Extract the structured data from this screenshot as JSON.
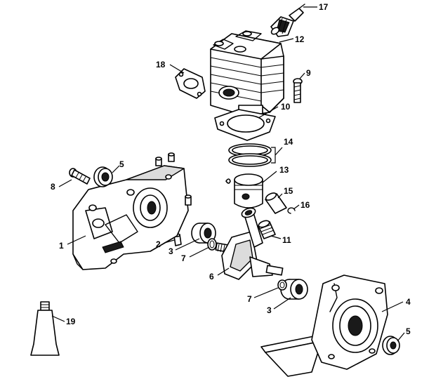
{
  "callouts": [
    {
      "id": "c1",
      "number": "1"
    },
    {
      "id": "c2",
      "number": "2"
    },
    {
      "id": "c3a",
      "number": "3"
    },
    {
      "id": "c3b",
      "number": "3"
    },
    {
      "id": "c4",
      "number": "4"
    },
    {
      "id": "c5a",
      "number": "5"
    },
    {
      "id": "c5b",
      "number": "5"
    },
    {
      "id": "c6",
      "number": "6"
    },
    {
      "id": "c7a",
      "number": "7"
    },
    {
      "id": "c7b",
      "number": "7"
    },
    {
      "id": "c8",
      "number": "8"
    },
    {
      "id": "c9",
      "number": "9"
    },
    {
      "id": "c10",
      "number": "10"
    },
    {
      "id": "c11",
      "number": "11"
    },
    {
      "id": "c12",
      "number": "12"
    },
    {
      "id": "c13",
      "number": "13"
    },
    {
      "id": "c14",
      "number": "14"
    },
    {
      "id": "c15",
      "number": "15"
    },
    {
      "id": "c16",
      "number": "16"
    },
    {
      "id": "c17",
      "number": "17"
    },
    {
      "id": "c18",
      "number": "18"
    },
    {
      "id": "c19",
      "number": "19"
    }
  ]
}
